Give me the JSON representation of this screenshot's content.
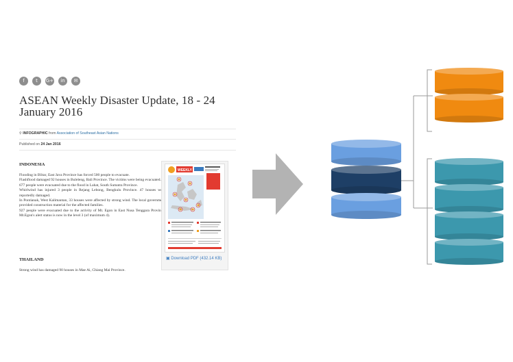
{
  "document": {
    "share_icons": [
      {
        "name": "facebook-icon",
        "glyph": "f"
      },
      {
        "name": "twitter-icon",
        "glyph": "t"
      },
      {
        "name": "google-plus-icon",
        "glyph": "G+"
      },
      {
        "name": "linkedin-icon",
        "glyph": "in"
      },
      {
        "name": "email-icon",
        "glyph": "✉"
      }
    ],
    "title": "ASEAN Weekly Disaster Update, 18 - 24 January 2016",
    "type_label": "INFOGRAPHIC",
    "from_label": "from",
    "source": "Association of Southeast Asian Nations",
    "published_label": "Published on",
    "published_date": "24 Jan 2016",
    "sections": [
      {
        "heading": "INDONESIA",
        "paragraphs": [
          "Flooding in Blitar, East Java Province has forced 500 people to evacuate.",
          "Flashflood damaged 92 houses in Buleleng, Bali Province. The victims were being evacuated.",
          "677 people were evacuated due to the flood in Lahat, South Sumatra Province.",
          "Whirlwind has injured 3 people in Rejang Lebong, Bengkulu Province. 47 houses were reportedly damaged.",
          "In Pontianak, West Kalimantan, 33 houses were affected by strong wind. The local government provided construction material for the affected families.",
          "927 people were evacuated due to the activity of Mt. Egon in East Nusa Tenggara Province. Mt.Egon's alert status is now in the level 3 (of maximum 4)."
        ]
      },
      {
        "heading": "THAILAND",
        "paragraphs": [
          "Strong wind has damaged 90 houses in Mae Ai, Chiang Mai Province."
        ]
      }
    ],
    "thumbnail": {
      "banner_text": "WEEKLY",
      "download_label": "Download PDF (432.14 KB)"
    }
  },
  "colors": {
    "arrow": "#b3b3b3",
    "source_db_light": "#6a9fe0",
    "source_db_dark": "#1e3f66",
    "orange_db": "#f08a10",
    "teal_db": "#3c98ad",
    "connector": "#9a9a9a",
    "banner_red": "#e23b30"
  }
}
